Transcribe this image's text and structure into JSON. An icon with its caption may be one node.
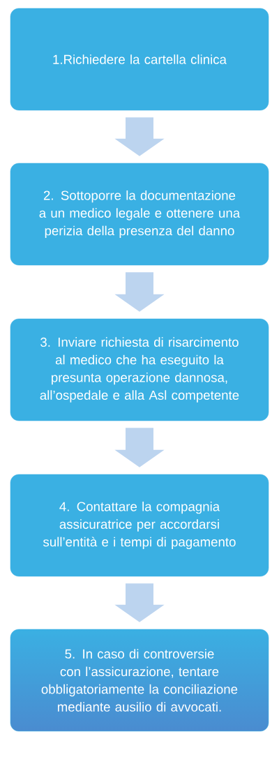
{
  "diagram": {
    "nodes": [
      {
        "text": [
          "1.Richiedere la cartella clinica"
        ]
      },
      {
        "text": [
          "2. Sottoporre la documentazione a un medico legale e ottenere una perizia della presenza del danno"
        ]
      },
      {
        "text": [
          "3. Inviare richiesta di risarcimento al medico che ha eseguito la presunta operazione dannosa, all’ospedale e alla Asl competente"
        ]
      },
      {
        "text": [
          "4. Contattare la compagnia assicuratrice per accordarsi sull’entità e i tempi di pagamento"
        ]
      },
      {
        "text": [
          "5. In caso di controversie con l’assicurazione, tentare obbligatoriamente la conciliazione mediante ausilio di avvocati."
        ]
      }
    ],
    "edges": [
      {
        "from": 0,
        "to": 1,
        "arrow": "to"
      },
      {
        "from": 1,
        "to": 2,
        "arrow": "to"
      },
      {
        "from": 2,
        "to": 3,
        "arrow": "to"
      },
      {
        "from": 3,
        "to": 4,
        "arrow": "to"
      }
    ]
  }
}
